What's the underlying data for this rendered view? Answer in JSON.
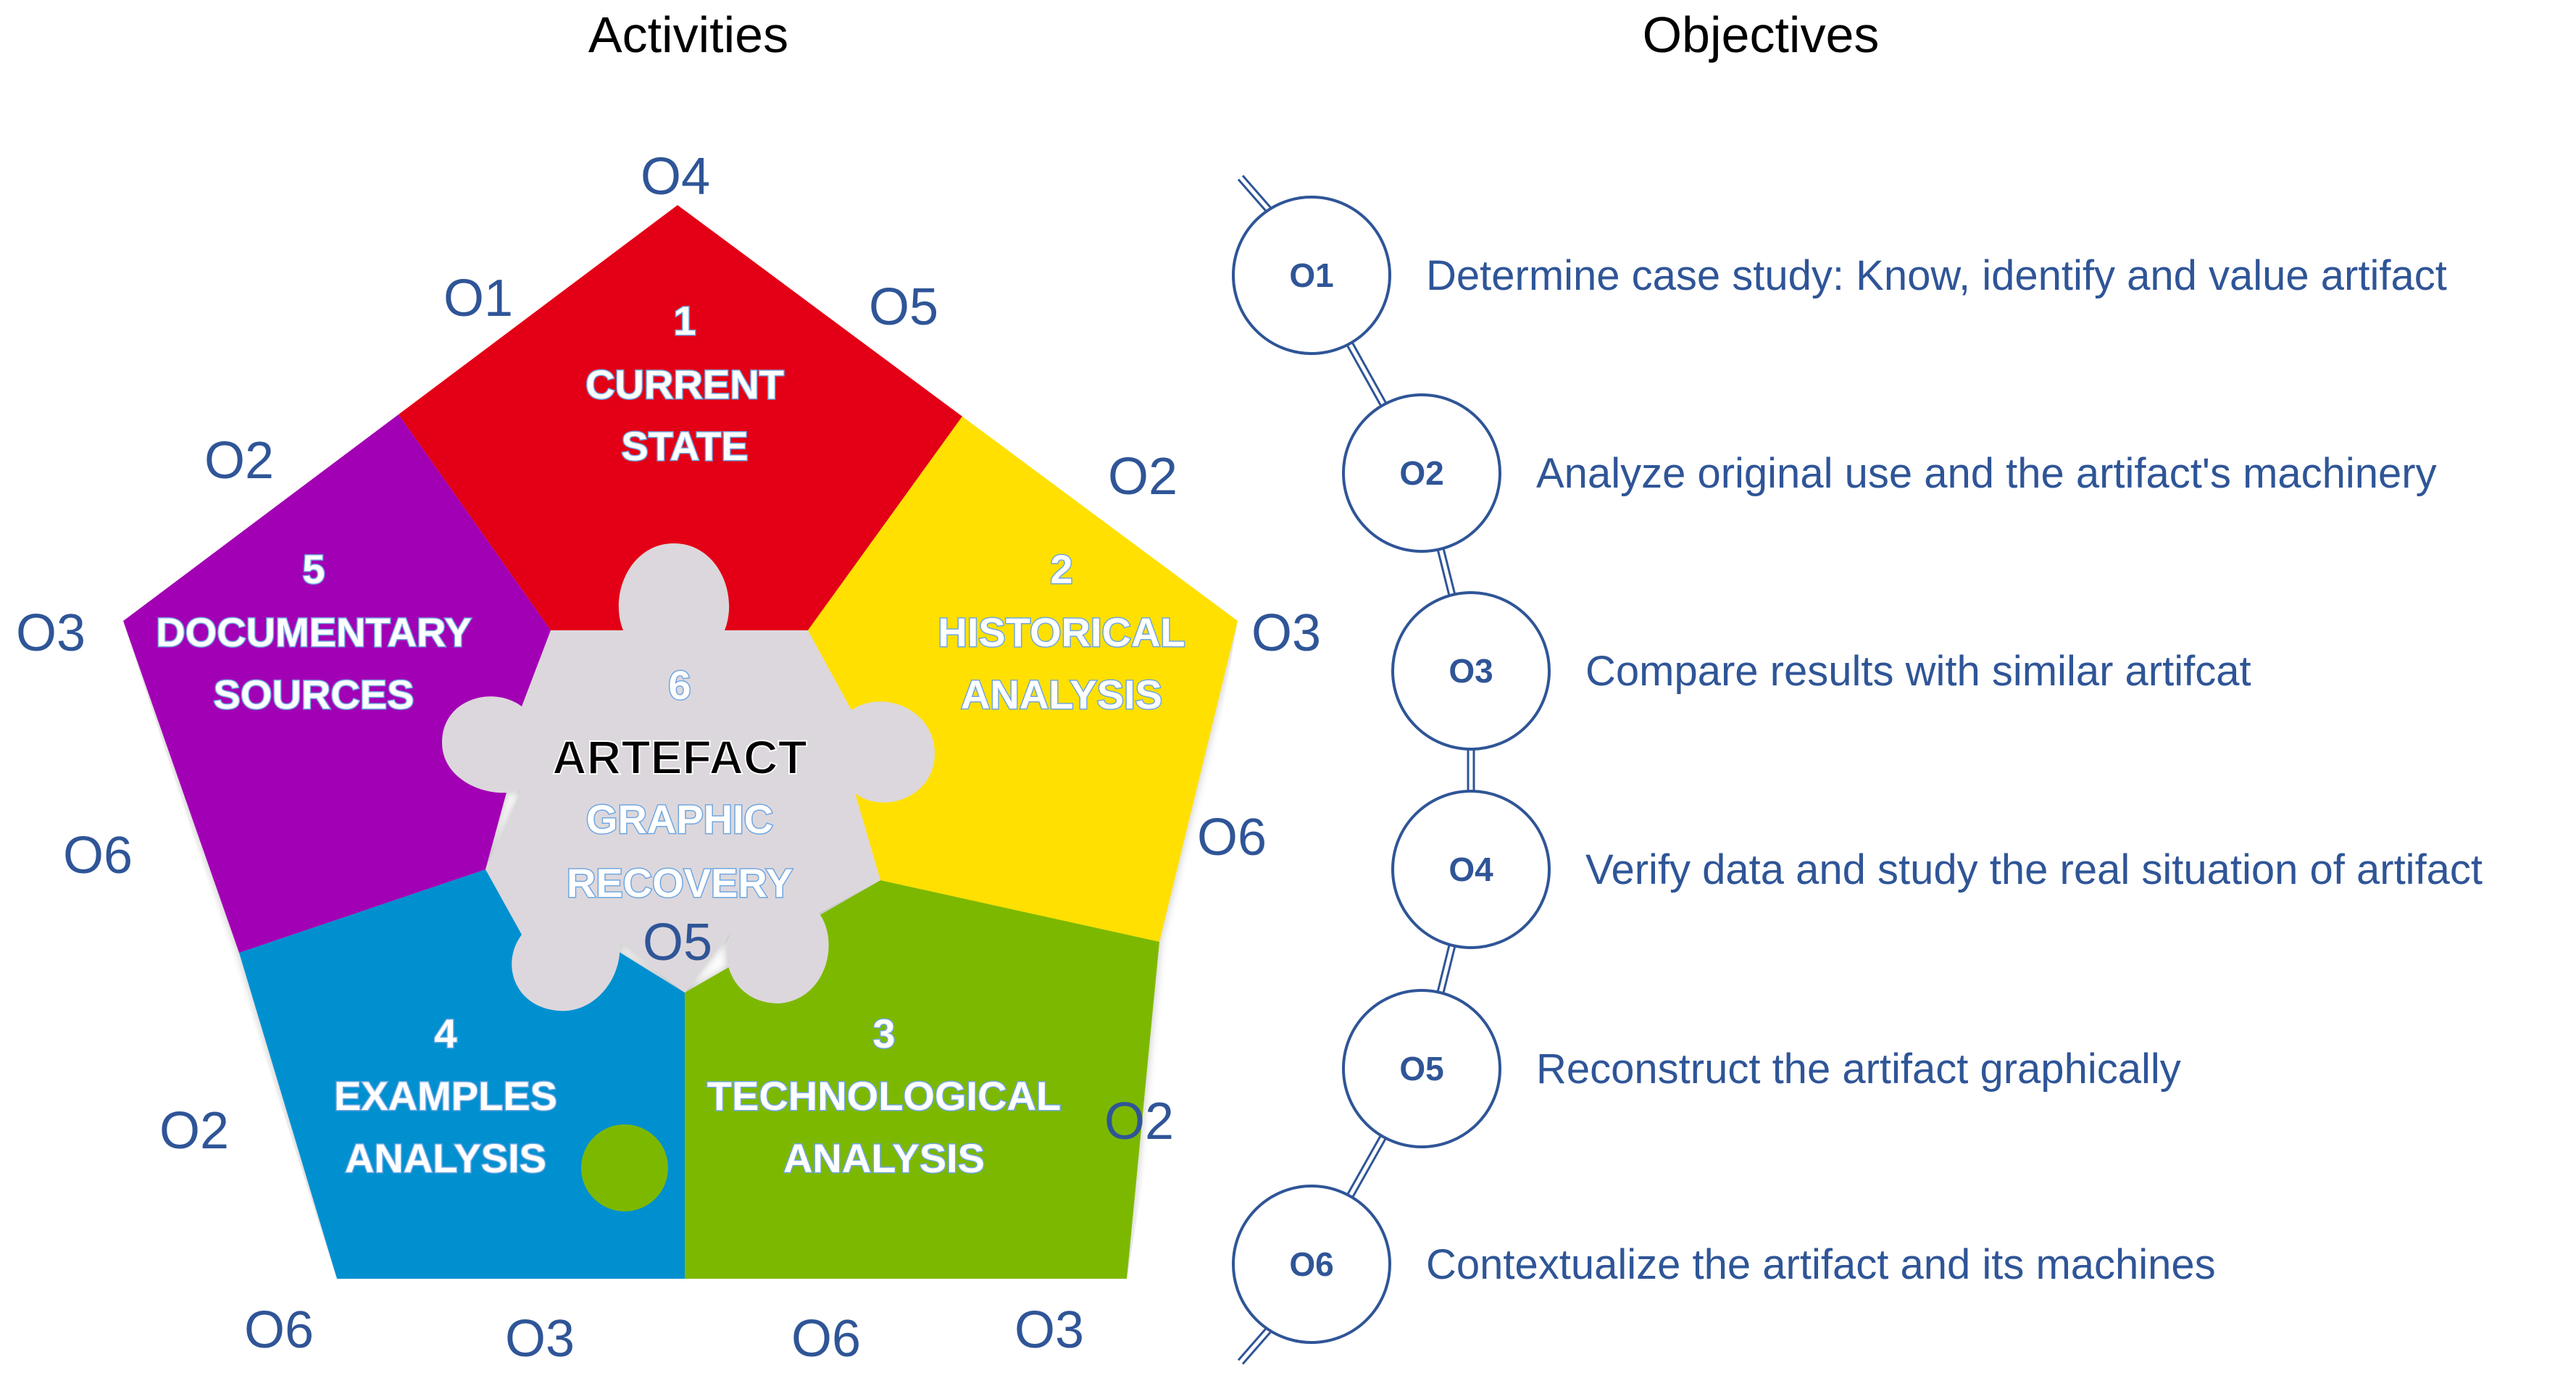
{
  "headings": {
    "activities": "Activities",
    "objectives": "Objectives"
  },
  "colors": {
    "current_state": "#E30613",
    "historical": "#FFE000",
    "technological": "#7DB800",
    "examples": "#0090D0",
    "documentary": "#A200B4",
    "artefact": "#DCD7DC",
    "label_blue": "#2F5597",
    "piece_label_fill": "#FFFFFF",
    "piece_label_stroke": "#6FA6E0"
  },
  "pieces": {
    "current_state": {
      "num": "1",
      "line1": "CURRENT",
      "line2": "STATE"
    },
    "historical": {
      "num": "2",
      "line1": "HISTORICAL",
      "line2": "ANALYSIS"
    },
    "technological": {
      "num": "3",
      "line1": "TECHNOLOGICAL",
      "line2": "ANALYSIS"
    },
    "examples": {
      "num": "4",
      "line1": "EXAMPLES",
      "line2": "ANALYSIS"
    },
    "documentary": {
      "num": "5",
      "line1": "DOCUMENTARY",
      "line2": "SOURCES"
    },
    "artefact": {
      "num": "6",
      "title": "ARTEFACT",
      "line1": "GRAPHIC",
      "line2": "RECOVERY"
    }
  },
  "outer_labels": {
    "top": "O4",
    "top_left": "O1",
    "top_right": "O5",
    "left_upper": "O2",
    "right_upper": "O2",
    "left_vertex": "O3",
    "right_vertex": "O3",
    "left_lower": "O6",
    "right_lower": "O6",
    "center_bottom": "O5",
    "bottom_left_side": "O2",
    "bottom_right_side": "O2",
    "bottom_1": "O6",
    "bottom_2": "O3",
    "bottom_3": "O6",
    "bottom_4": "O3"
  },
  "objectives": [
    {
      "code": "O1",
      "text": "Determine case study: Know, identify and value artifact"
    },
    {
      "code": "O2",
      "text": "Analyze original use and the artifact's machinery"
    },
    {
      "code": "O3",
      "text": "Compare results with similar artifcat"
    },
    {
      "code": "O4",
      "text": "Verify data and study the real situation of artifact"
    },
    {
      "code": "O5",
      "text": "Reconstruct the artifact graphically"
    },
    {
      "code": "O6",
      "text": "Contextualize the artifact and its machines"
    }
  ]
}
